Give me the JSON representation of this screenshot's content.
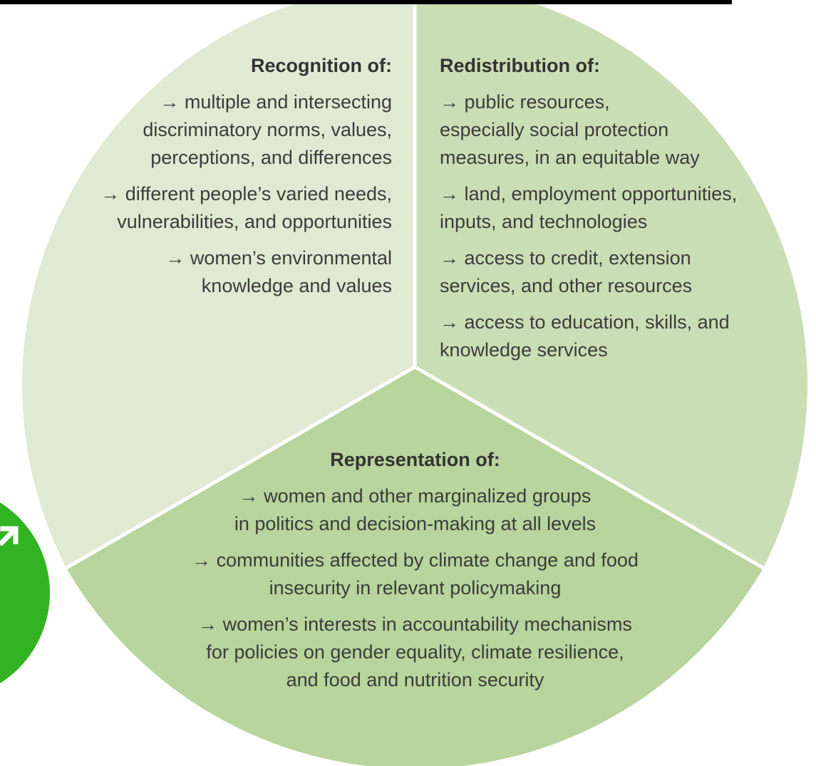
{
  "colors": {
    "recognition_sector": "#e0e9d2",
    "redistribution_sector": "#cadeb5",
    "representation_sector": "#b7d59c",
    "divider": "#ffffff",
    "logo_badge": "#32b322",
    "top_border": "#000000",
    "text": "#3c3c3c"
  },
  "recognition": {
    "heading": "Recognition of:",
    "items": [
      {
        "lines": [
          "→ multiple and intersecting",
          "discriminatory norms, values,",
          "perceptions, and differences"
        ]
      },
      {
        "lines": [
          "→ different people’s varied needs,",
          "vulnerabilities, and opportunities"
        ]
      },
      {
        "lines": [
          "→ women’s environmental",
          "knowledge and values"
        ]
      }
    ]
  },
  "redistribution": {
    "heading": "Redistribution of:",
    "items": [
      {
        "lines": [
          "→ public resources,",
          "especially social protection",
          "measures, in an equitable way"
        ]
      },
      {
        "lines": [
          "→ land, employment opportunities,",
          "inputs, and technologies"
        ]
      },
      {
        "lines": [
          "→ access to credit, extension",
          "services, and other resources"
        ]
      },
      {
        "lines": [
          "→ access to education, skills, and",
          "knowledge services"
        ]
      }
    ]
  },
  "representation": {
    "heading": "Representation of:",
    "items": [
      {
        "lines": [
          "→ women and other marginalized groups",
          "in politics and decision-making at all levels"
        ]
      },
      {
        "lines": [
          "→ communities affected by climate change and food",
          "insecurity in relevant policymaking"
        ]
      },
      {
        "lines": [
          "→ women’s interests in accountability mechanisms",
          "for policies on gender equality, climate resilience,",
          "and food and nutrition security"
        ]
      }
    ]
  },
  "icons": {
    "logo": "arrow-badge-icon"
  }
}
